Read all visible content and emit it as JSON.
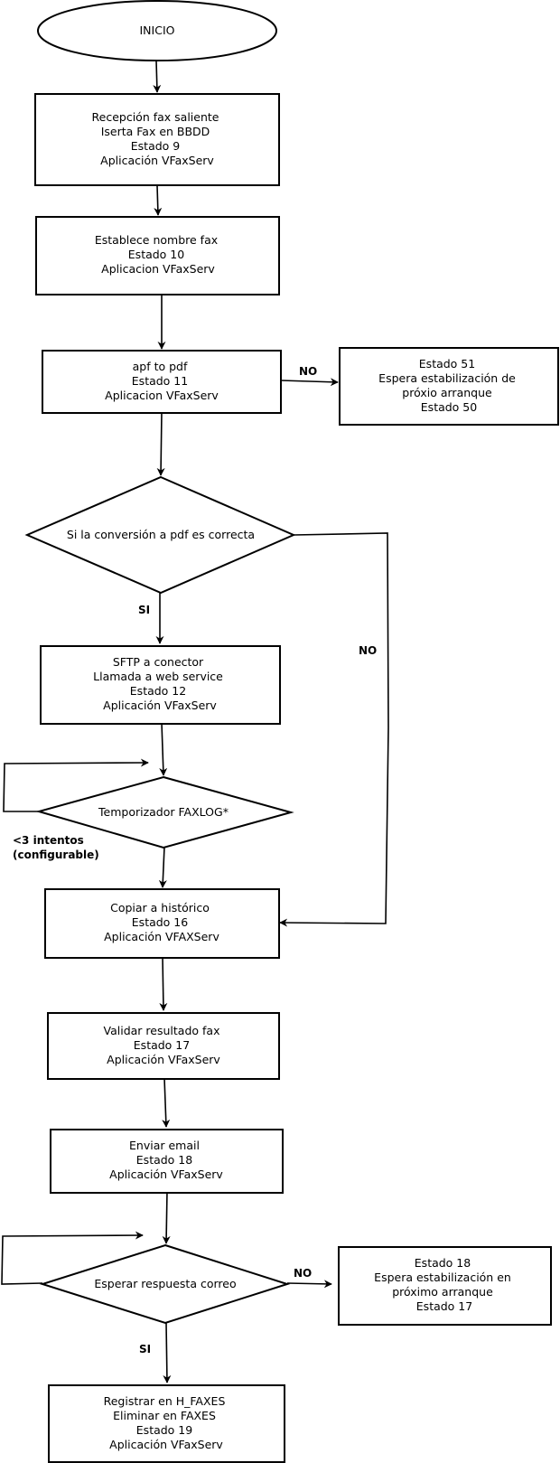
{
  "nodes": {
    "inicio": [
      "INICIO"
    ],
    "recepcion": [
      "Recepción fax saliente",
      "Iserta Fax en BBDD",
      "Estado 9",
      "Aplicación VFaxServ"
    ],
    "establece": [
      "Establece nombre fax",
      "Estado 10",
      "Aplicacion VFaxServ"
    ],
    "apf": [
      "apf to pdf",
      "Estado 11",
      "Aplicacion VFaxServ"
    ],
    "estado51": [
      "Estado 51",
      "Espera estabilización de",
      "próxio arranque",
      "Estado 50"
    ],
    "decision_pdf": [
      "Si la conversión a pdf es correcta"
    ],
    "sftp": [
      "SFTP a conector",
      "Llamada a web service",
      "Estado 12",
      "Aplicación VFaxServ"
    ],
    "temporizador": [
      "Temporizador FAXLOG*"
    ],
    "copiar": [
      "Copiar a histórico",
      "Estado 16",
      "Aplicación VFAXServ"
    ],
    "validar": [
      "Validar resultado fax",
      "Estado 17",
      "Aplicación VFaxServ"
    ],
    "enviar": [
      "Enviar email",
      "Estado 18",
      "Aplicación VFaxServ"
    ],
    "esperar": [
      "Esperar respuesta correo"
    ],
    "estado18": [
      "Estado 18",
      "Espera estabilización en",
      "próximo arranque",
      "Estado 17"
    ],
    "registrar": [
      "Registrar en H_FAXES",
      "Eliminar en FAXES",
      "Estado 19",
      "Aplicación VFaxServ"
    ]
  },
  "labels": {
    "no_apf": "NO",
    "si_pdf": "SI",
    "no_pdf": "NO",
    "intentos_1": "<3 intentos",
    "intentos_2": "(configurable)",
    "no_esperar": "NO",
    "si_esperar": "SI"
  }
}
